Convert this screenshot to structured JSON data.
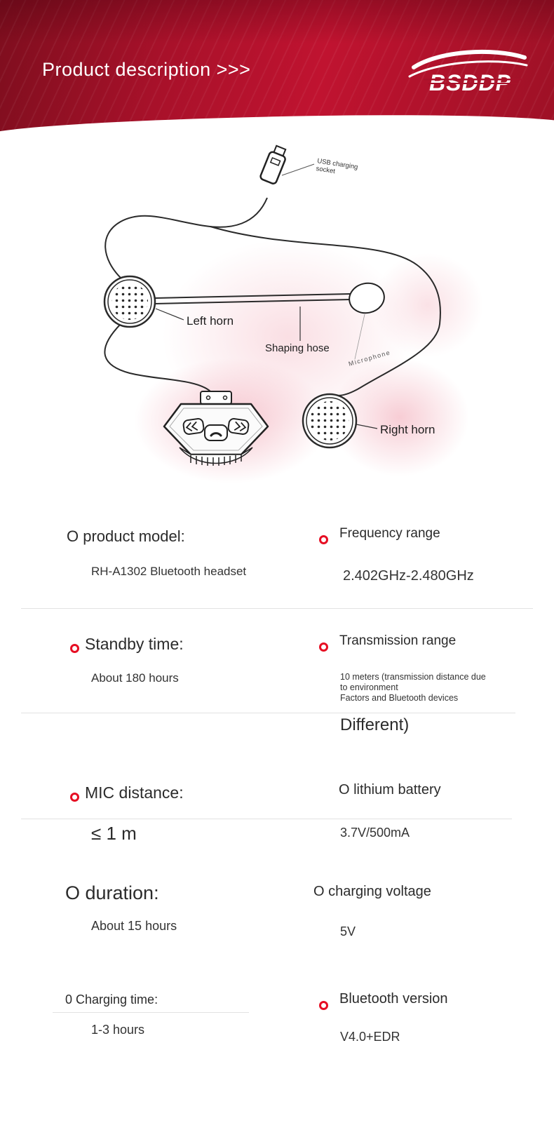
{
  "header": {
    "title": "Product description >>>",
    "brand": "BSDDP"
  },
  "diagram": {
    "usb_label_line1": "USB charging",
    "usb_label_line2": "socket",
    "left_horn": "Left horn",
    "shaping_hose": "Shaping hose",
    "microphone": "Microphone",
    "right_horn": "Right horn"
  },
  "specs": {
    "product_model": {
      "title": "O product model:",
      "value": "RH-A1302 Bluetooth headset"
    },
    "frequency": {
      "title": "Frequency range",
      "value": "2.402GHz-2.480GHz"
    },
    "standby": {
      "title": "Standby time:",
      "value": "About 180 hours"
    },
    "transmission": {
      "title": "Transmission range",
      "line1": "10 meters (transmission distance due",
      "line2": "to environment",
      "line3": "Factors and Bluetooth devices",
      "line4": "Different)"
    },
    "mic_distance": {
      "title": "MIC distance:",
      "value": "≤ 1 m"
    },
    "battery": {
      "title": "O lithium battery",
      "value": "3.7V/500mA"
    },
    "duration": {
      "title": "O duration:",
      "value": "About 15 hours"
    },
    "charging_voltage": {
      "title": "O charging voltage",
      "value": "5V"
    },
    "charging_time": {
      "title": "0 Charging time:",
      "value": "1-3 hours"
    },
    "bluetooth": {
      "title": "Bluetooth version",
      "value": "V4.0+EDR"
    }
  },
  "colors": {
    "accent_red": "#e60e23",
    "header_red": "#a8112a"
  }
}
